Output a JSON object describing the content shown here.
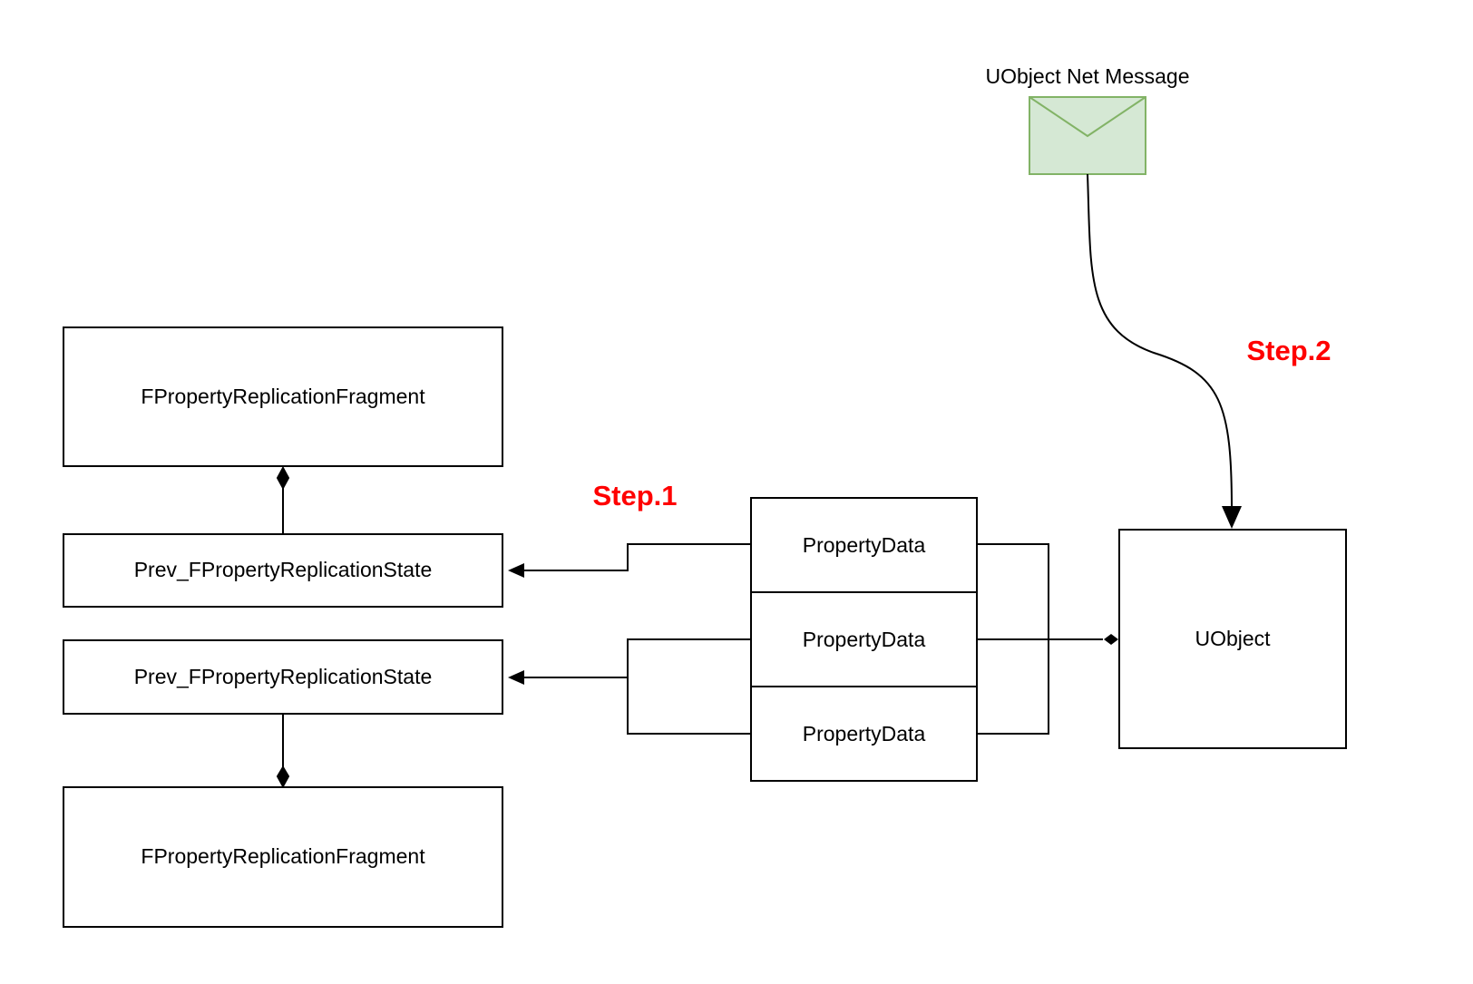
{
  "diagram": {
    "nodes": {
      "fragment_top": "FPropertyReplicationFragment",
      "prev_state_1": "Prev_FPropertyReplicationState",
      "prev_state_2": "Prev_FPropertyReplicationState",
      "fragment_bottom": "FPropertyReplicationFragment",
      "property_data_rows": [
        "PropertyData",
        "PropertyData",
        "PropertyData"
      ],
      "uobject": "UObject"
    },
    "annotations": {
      "envelope_label": "UObject Net Message",
      "step_1": "Step.1",
      "step_2": "Step.2"
    },
    "colors": {
      "step_text": "#ff0000",
      "envelope_fill": "#d5e8d4",
      "envelope_stroke": "#82b366",
      "node_border": "#000000",
      "node_fill": "#ffffff",
      "connector": "#000000",
      "label_text": "#000000"
    }
  }
}
